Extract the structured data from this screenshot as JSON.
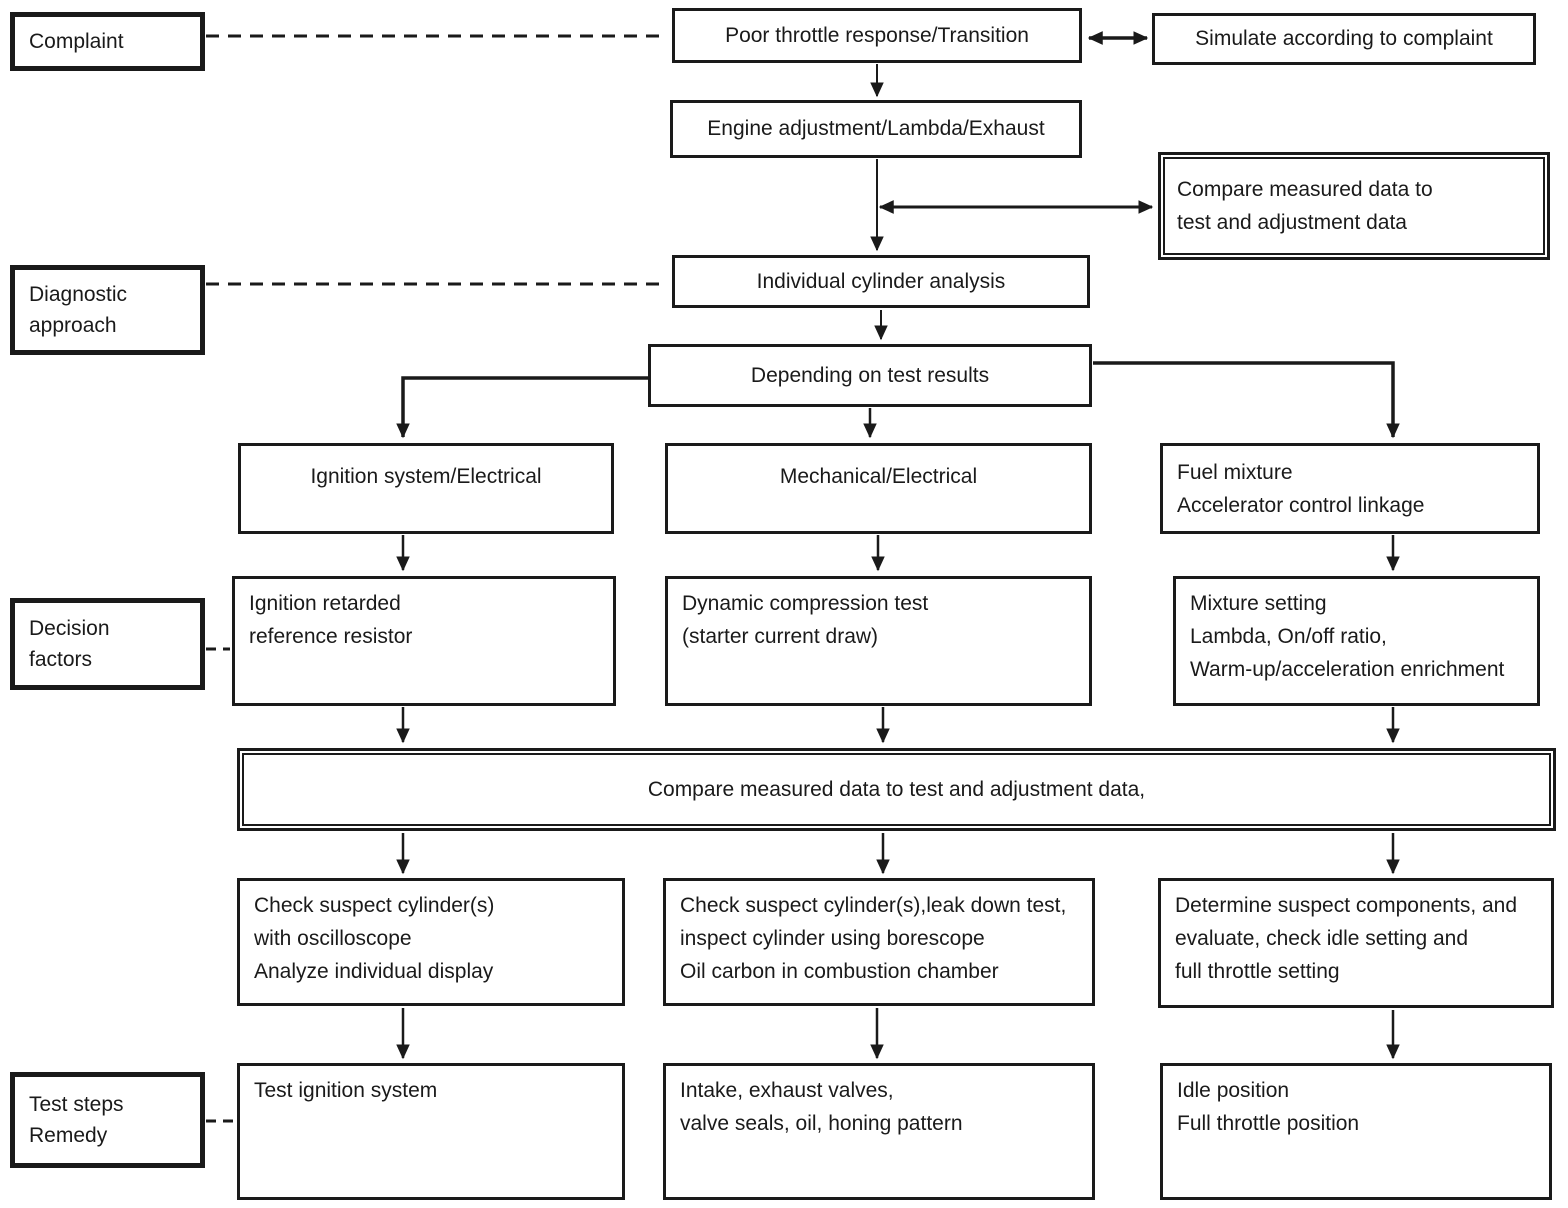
{
  "diagram": {
    "type": "flowchart",
    "subject": "Poor throttle response diagnostic procedure",
    "colors": {
      "ink": "#1a1a1a",
      "paper": "#ffffff"
    },
    "row_labels": {
      "complaint": "Complaint",
      "diagnostic_approach": "Diagnostic\napproach",
      "decision_factors": "Decision\nfactors",
      "test_steps": "Test steps\nRemedy"
    },
    "nodes": {
      "poor_throttle": "Poor throttle response/Transition",
      "simulate": "Simulate according to complaint",
      "engine_adjustment": "Engine adjustment/Lambda/Exhaust",
      "compare_top": "Compare measured data to\ntest and adjustment data",
      "individual_cylinder": "Individual cylinder analysis",
      "depending": "Depending on test results",
      "ignition_header": "Ignition system/Electrical",
      "mechanical_header": "Mechanical/Electrical",
      "fuel_header": "Fuel mixture\nAccelerator control linkage",
      "ignition_detail": "Ignition retarded\nreference resistor",
      "compression_detail": "Dynamic compression test\n(starter current draw)",
      "mixture_detail": "Mixture setting\nLambda, On/off ratio,\nWarm-up/acceleration enrichment",
      "compare_wide": "Compare measured data to test and adjustment data,",
      "check_oscilloscope": "Check suspect cylinder(s)\nwith oscilloscope\nAnalyze individual display",
      "check_leakdown": "Check suspect cylinder(s),leak down test,\ninspect cylinder using borescope\nOil carbon in combustion chamber",
      "determine_components": "Determine suspect components, and\nevaluate, check idle setting and\nfull throttle setting",
      "test_ignition": "Test ignition system",
      "intake_valves": "Intake, exhaust valves,\nvalve seals, oil, honing pattern",
      "idle_position": "Idle position\nFull throttle position"
    },
    "edges": [
      {
        "from": "complaint_label",
        "to": "poor_throttle",
        "style": "dashed"
      },
      {
        "from": "poor_throttle",
        "to": "simulate",
        "style": "double_arrow"
      },
      {
        "from": "poor_throttle",
        "to": "engine_adjustment",
        "style": "arrow"
      },
      {
        "from": "engine_adjustment",
        "to": "individual_cylinder",
        "style": "arrow"
      },
      {
        "from": "engine_adjustment",
        "to": "compare_top",
        "style": "double_arrow"
      },
      {
        "from": "diagnostic_approach_label",
        "to": "individual_cylinder",
        "style": "dashed"
      },
      {
        "from": "individual_cylinder",
        "to": "depending",
        "style": "arrow"
      },
      {
        "from": "depending",
        "to": "ignition_header",
        "style": "arrow"
      },
      {
        "from": "depending",
        "to": "mechanical_header",
        "style": "arrow"
      },
      {
        "from": "depending",
        "to": "fuel_header",
        "style": "arrow"
      },
      {
        "from": "ignition_header",
        "to": "ignition_detail",
        "style": "arrow"
      },
      {
        "from": "mechanical_header",
        "to": "compression_detail",
        "style": "arrow"
      },
      {
        "from": "fuel_header",
        "to": "mixture_detail",
        "style": "arrow"
      },
      {
        "from": "ignition_detail",
        "to": "compare_wide",
        "style": "arrow"
      },
      {
        "from": "compression_detail",
        "to": "compare_wide",
        "style": "arrow"
      },
      {
        "from": "mixture_detail",
        "to": "compare_wide",
        "style": "arrow"
      },
      {
        "from": "compare_wide",
        "to": "check_oscilloscope",
        "style": "arrow"
      },
      {
        "from": "compare_wide",
        "to": "check_leakdown",
        "style": "arrow"
      },
      {
        "from": "compare_wide",
        "to": "determine_components",
        "style": "arrow"
      },
      {
        "from": "check_oscilloscope",
        "to": "test_ignition",
        "style": "arrow"
      },
      {
        "from": "check_leakdown",
        "to": "intake_valves",
        "style": "arrow"
      },
      {
        "from": "determine_components",
        "to": "idle_position",
        "style": "arrow"
      },
      {
        "from": "decision_factors_label",
        "to": "ignition_detail",
        "style": "dashed"
      },
      {
        "from": "test_steps_label",
        "to": "test_ignition",
        "style": "dashed"
      }
    ]
  }
}
